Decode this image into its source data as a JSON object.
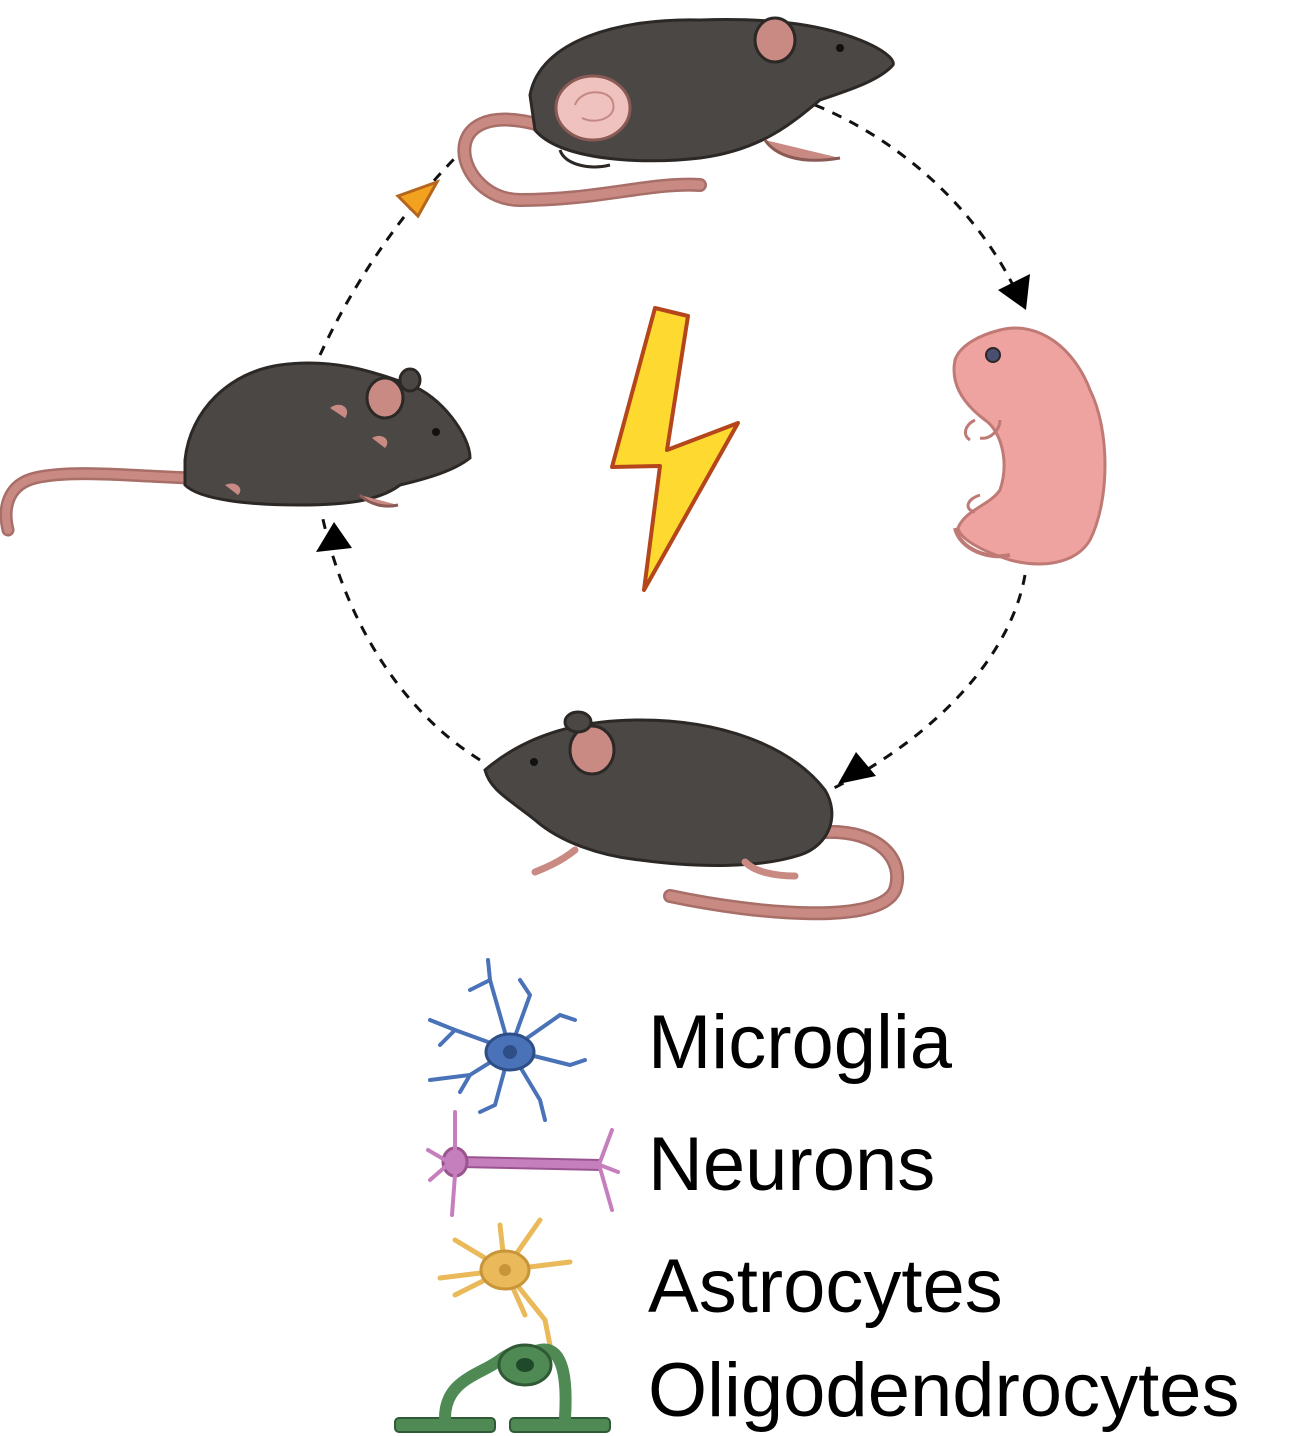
{
  "diagram": {
    "cycle": {
      "stages": [
        {
          "id": "pregnant-mouse",
          "icon": "pregnant-mouse-icon"
        },
        {
          "id": "pup",
          "icon": "newborn-pup-icon"
        },
        {
          "id": "adult-mouse",
          "icon": "adult-mouse-icon"
        },
        {
          "id": "aged-mouse",
          "icon": "aged-mouse-icon"
        }
      ],
      "center_icon": "lightning-bolt-icon"
    },
    "legend": {
      "items": [
        {
          "label": "Microglia",
          "icon": "microglia-icon",
          "color": "#4a72b8"
        },
        {
          "label": "Neurons",
          "icon": "neuron-icon",
          "color": "#c67fbd"
        },
        {
          "label": "Astrocytes",
          "icon": "astrocyte-icon",
          "color": "#e9b95a"
        },
        {
          "label": "Oligodendrocytes",
          "icon": "oligodendrocyte-icon",
          "color": "#4f8a55"
        }
      ]
    }
  },
  "colors": {
    "mouse_fur": "#4b4744",
    "mouse_skin": "#c98a83",
    "pup_skin": "#eea3a0",
    "bolt_fill": "#fed930",
    "bolt_stroke": "#b5461c",
    "warning_arrow": "#f3a21f"
  }
}
